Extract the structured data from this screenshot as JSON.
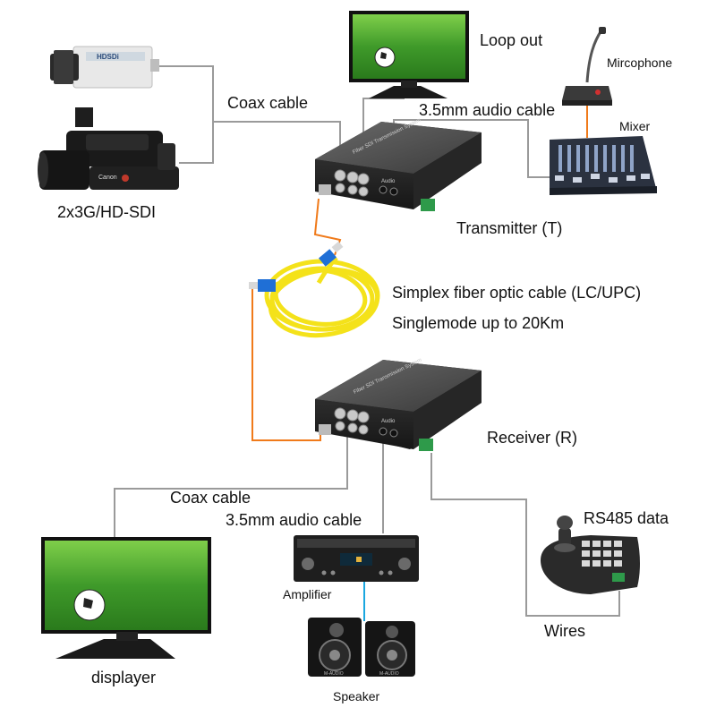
{
  "labels": {
    "loop_out": "Loop out",
    "microphone": "Mircophone",
    "coax_top": "Coax cable",
    "audio_top": "3.5mm audio cable",
    "mixer": "Mixer",
    "sdi_inputs": "2x3G/HD-SDI",
    "transmitter": "Transmitter (T)",
    "fiber_line1": "Simplex fiber optic cable (LC/UPC)",
    "fiber_line2": "Singlemode up to 20Km",
    "receiver": "Receiver (R)",
    "coax_bottom": "Coax cable",
    "audio_bottom": "3.5mm audio cable",
    "rs485": "RS485 data",
    "amplifier": "Amplifier",
    "wires": "Wires",
    "displayer": "displayer",
    "speaker": "Speaker"
  },
  "device_text": {
    "camera_brand": "HDSDi",
    "camcorder_brand": "Canon",
    "device_front": "Fiber SDI Transmission System",
    "audio_port": "Audio",
    "speaker_brand": "M-AUDIO"
  },
  "colors": {
    "cable_gray": "#9a9a9a",
    "fiber_orange": "#f07a1a",
    "fiber_yellow": "#f4e21a",
    "lc_blue": "#1f6fd6",
    "audio_cyan": "#1aa7e0"
  }
}
